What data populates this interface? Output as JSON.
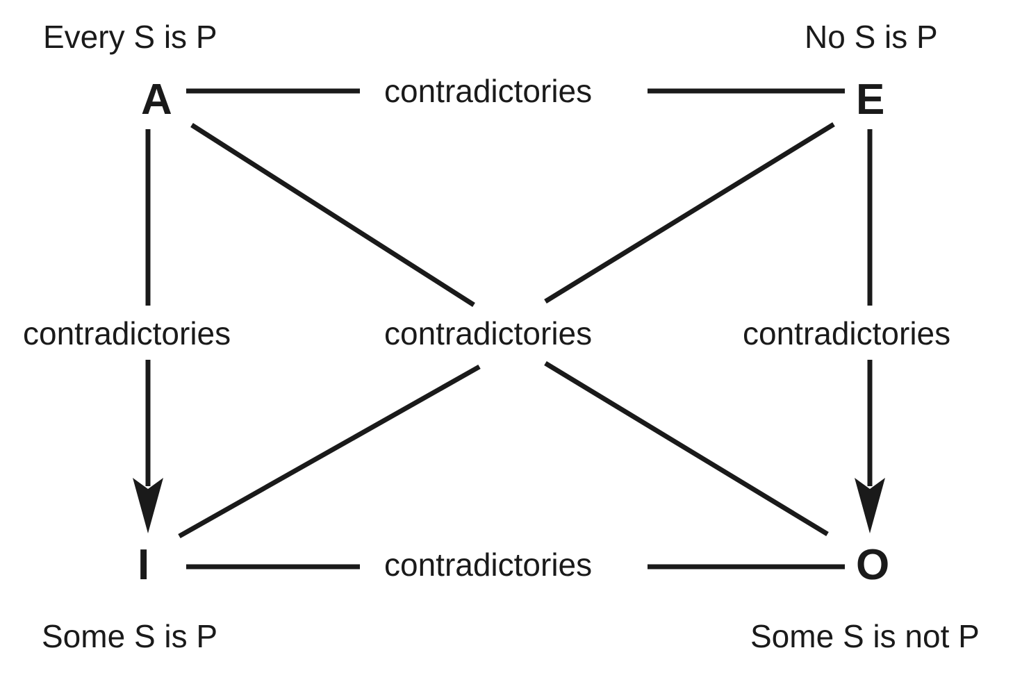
{
  "colors": {
    "ink": "#1a1a1a",
    "background": "#ffffff"
  },
  "corners": {
    "A": {
      "letter": "A",
      "proposition": "Every S is P"
    },
    "E": {
      "letter": "E",
      "proposition": "No S is P"
    },
    "I": {
      "letter": "I",
      "proposition": "Some S is P"
    },
    "O": {
      "letter": "O",
      "proposition": "Some S is not P"
    }
  },
  "relations": {
    "top": "contradictories",
    "left": "contradictories",
    "center": "contradictories",
    "right": "contradictories",
    "bottom": "contradictories"
  }
}
